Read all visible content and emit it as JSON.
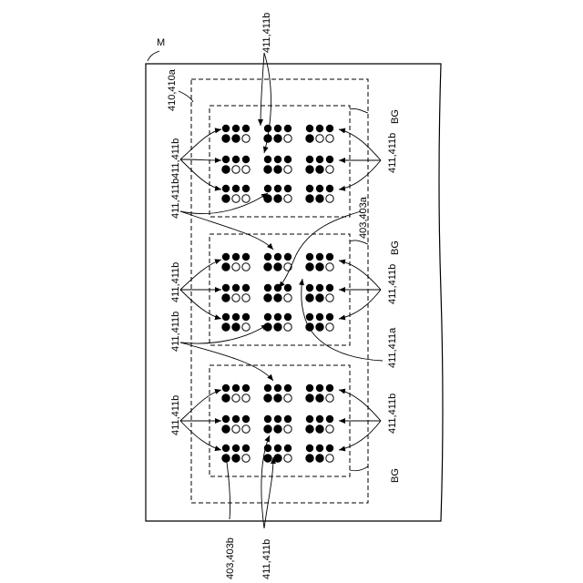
{
  "labels": {
    "sheet": "M",
    "region": "410,410a",
    "group": "BG",
    "element": "411,411b",
    "element_alt": "411,411a",
    "mark_a": "403,403a",
    "mark_b": "403,403b"
  },
  "groups": [
    {
      "id": "top",
      "rows": [
        [
          "AAAB",
          "AAAB",
          "AABB"
        ],
        [
          "AABB",
          "AAAB",
          "AAAB"
        ],
        [
          "AABB",
          "AAAB",
          "AAAB"
        ]
      ]
    },
    {
      "id": "middle",
      "rows": [
        [
          "AABB",
          "AAAB",
          "AAAB"
        ],
        [
          "AABB",
          "AAAB",
          "AAAB"
        ],
        [
          "AAAB",
          "AAAB",
          "AAAB"
        ]
      ]
    },
    {
      "id": "bottom",
      "rows": [
        [
          "AABB",
          "AAAB",
          "AAAB"
        ],
        [
          "AABB",
          "AAAB",
          "AAAB"
        ],
        [
          "AAAB",
          "AAAB",
          "AAAB"
        ]
      ]
    }
  ],
  "colors": {
    "ink": "#000000",
    "paper": "#ffffff"
  }
}
